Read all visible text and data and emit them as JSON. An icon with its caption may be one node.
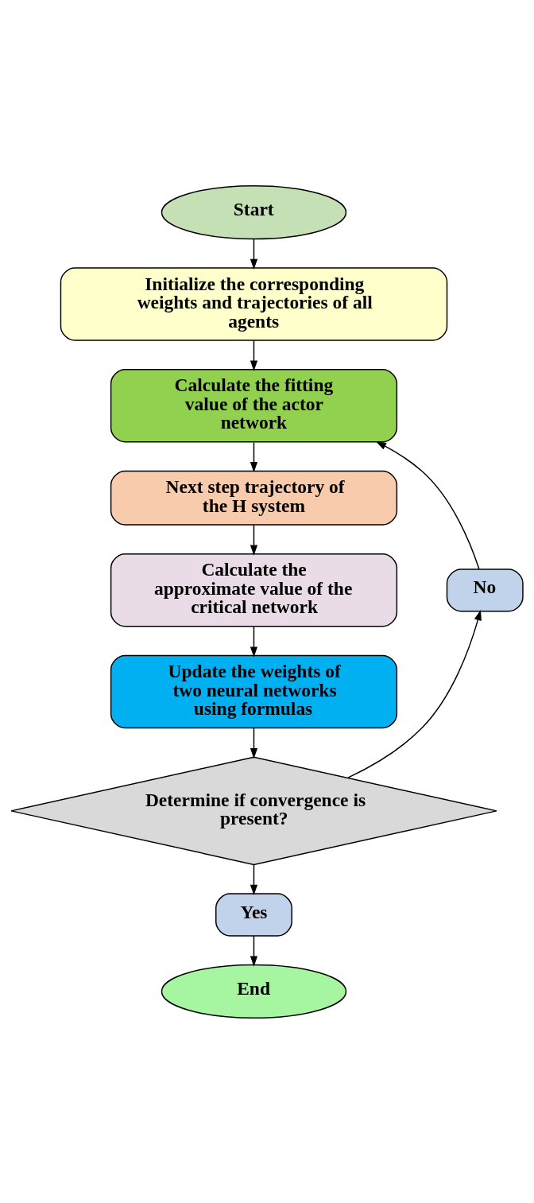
{
  "diagram": {
    "nodes": [
      {
        "text": [
          "Start"
        ]
      },
      {
        "text": [
          "Initialize the corresponding weights and trajectories of all agents"
        ]
      },
      {
        "text": [
          "Calculate the fitting value of the actor network"
        ]
      },
      {
        "text": [
          "Next step trajectory of the H system"
        ]
      },
      {
        "text": [
          "Calculate the approximate value of the critical network"
        ]
      },
      {
        "text": [
          "Update the weights of two neural networks using formulas"
        ]
      },
      {
        "text": [
          "Determine if convergence is present?"
        ]
      },
      {
        "text": [
          "No"
        ]
      },
      {
        "text": [
          "Yes"
        ]
      },
      {
        "text": [
          "End"
        ]
      }
    ],
    "edges": [
      {
        "from": 0,
        "to": 1,
        "arrow": "to"
      },
      {
        "from": 1,
        "to": 2,
        "arrow": "to"
      },
      {
        "from": 2,
        "to": 3,
        "arrow": "to"
      },
      {
        "from": 3,
        "to": 4,
        "arrow": "to"
      },
      {
        "from": 4,
        "to": 5,
        "arrow": "to"
      },
      {
        "from": 5,
        "to": 6,
        "arrow": "to"
      },
      {
        "from": 6,
        "to": 7,
        "arrow": "to"
      },
      {
        "from": 7,
        "to": 2,
        "arrow": "to"
      },
      {
        "from": 6,
        "to": 8,
        "arrow": "to"
      },
      {
        "from": 8,
        "to": 9,
        "arrow": "to"
      }
    ]
  }
}
